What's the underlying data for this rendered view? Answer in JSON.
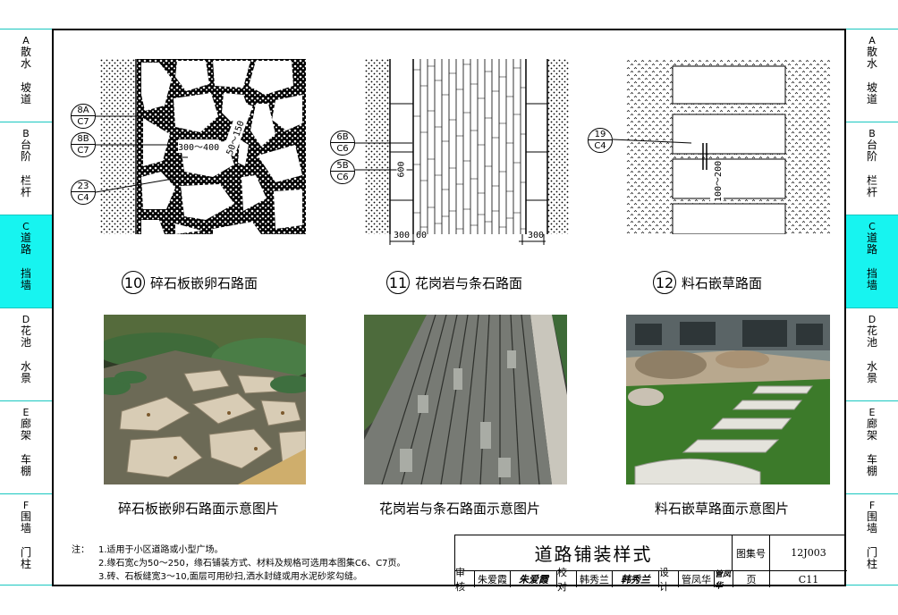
{
  "side_tabs": [
    {
      "letter": "A",
      "top": "散水",
      "bottom": "坡道",
      "active": false
    },
    {
      "letter": "B",
      "top": "台阶",
      "bottom": "栏杆",
      "active": false
    },
    {
      "letter": "C",
      "top": "道路",
      "bottom": "挡墙",
      "active": true
    },
    {
      "letter": "D",
      "top": "花池",
      "bottom": "水景",
      "active": false
    },
    {
      "letter": "E",
      "top": "廊架",
      "bottom": "车棚",
      "active": false
    },
    {
      "letter": "F",
      "top": "围墙",
      "bottom": "门柱",
      "active": false
    }
  ],
  "drawings": {
    "d10": {
      "refs": [
        {
          "top": "8A",
          "bottom": "C7"
        },
        {
          "top": "8B",
          "bottom": "C7"
        },
        {
          "top": "23",
          "bottom": "C4"
        }
      ],
      "dim_a": "300～400",
      "dim_b": "50～150"
    },
    "d11": {
      "refs": [
        {
          "top": "6B",
          "bottom": "C6"
        },
        {
          "top": "5B",
          "bottom": "C6"
        }
      ],
      "dim_height": "600",
      "dim_left": "300",
      "dim_gap": "60",
      "dim_right": "300"
    },
    "d12": {
      "refs": [
        {
          "top": "19",
          "bottom": "C4"
        }
      ],
      "dim_gap": "100～200"
    }
  },
  "captions": [
    {
      "num": "10",
      "text": "碎石板嵌卵石路面"
    },
    {
      "num": "11",
      "text": "花岗岩与条石路面"
    },
    {
      "num": "12",
      "text": "料石嵌草路面"
    }
  ],
  "photo_captions": [
    "碎石板嵌卵石路面示意图片",
    "花岗岩与条石路面示意图片",
    "料石嵌草路面示意图片"
  ],
  "notes": {
    "label": "注：",
    "items": [
      "1.适用于小区道路或小型广场。",
      "2.缘石宽c为50～250，缘石铺装方式、材料及规格可选用本图集C6、C7页。",
      "3.砖、石板缝宽3～10,面层可用砂扫,洒水封缝或用水泥砂浆勾缝。"
    ]
  },
  "title_block": {
    "title": "道路铺装样式",
    "atlas_label": "图集号",
    "atlas_no": "12J003",
    "review_label": "审核",
    "reviewer": "朱爱霞",
    "reviewer_sig": "朱爱霞",
    "check_label": "校对",
    "checker": "韩秀兰",
    "checker_sig": "韩秀兰",
    "design_label": "设计",
    "designer": "管凤华",
    "designer_sig": "管凤华",
    "page_label": "页",
    "page_no": "C11"
  },
  "colors": {
    "tab_line": "#19c7c0",
    "tab_active": "#17f4f0"
  }
}
